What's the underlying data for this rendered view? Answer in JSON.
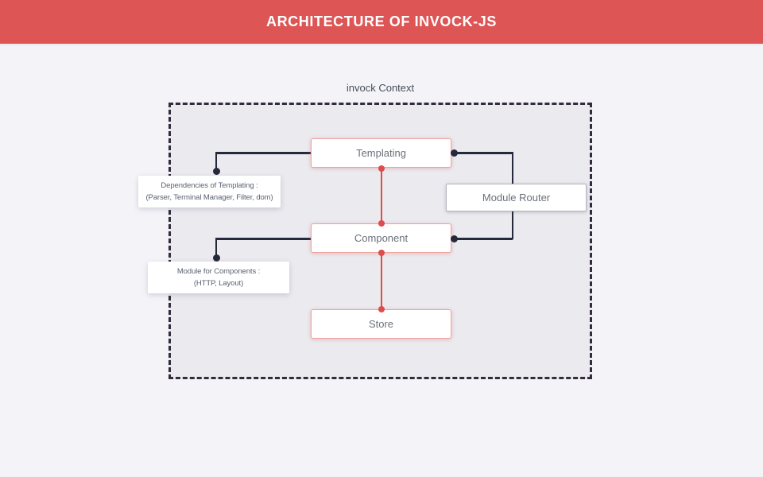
{
  "header": {
    "title": "ARCHITECTURE OF INVOCK-JS",
    "bg_color": "#dd5555",
    "text_color": "#ffffff"
  },
  "diagram": {
    "context_label": "invock Context",
    "nodes": {
      "templating": {
        "label": "Templating"
      },
      "module_router": {
        "label": "Module Router"
      },
      "component": {
        "label": "Component"
      },
      "store": {
        "label": "Store"
      }
    },
    "notes": {
      "templating_deps": {
        "title": "Dependencies of Templating :",
        "detail": "(Parser, Terminal Manager, Filter, dom)"
      },
      "component_modules": {
        "title": "Module for Components :",
        "detail": "(HTTP, Layout)"
      }
    },
    "colors": {
      "accent_red": "#e14b4b",
      "node_border_red": "#f0a29e",
      "node_border_gray": "#b5b5c0",
      "connector_dark": "#242a3a",
      "container_fill": "#eaeaef",
      "container_border": "#332b3d",
      "page_bg": "#f4f4f8"
    }
  }
}
